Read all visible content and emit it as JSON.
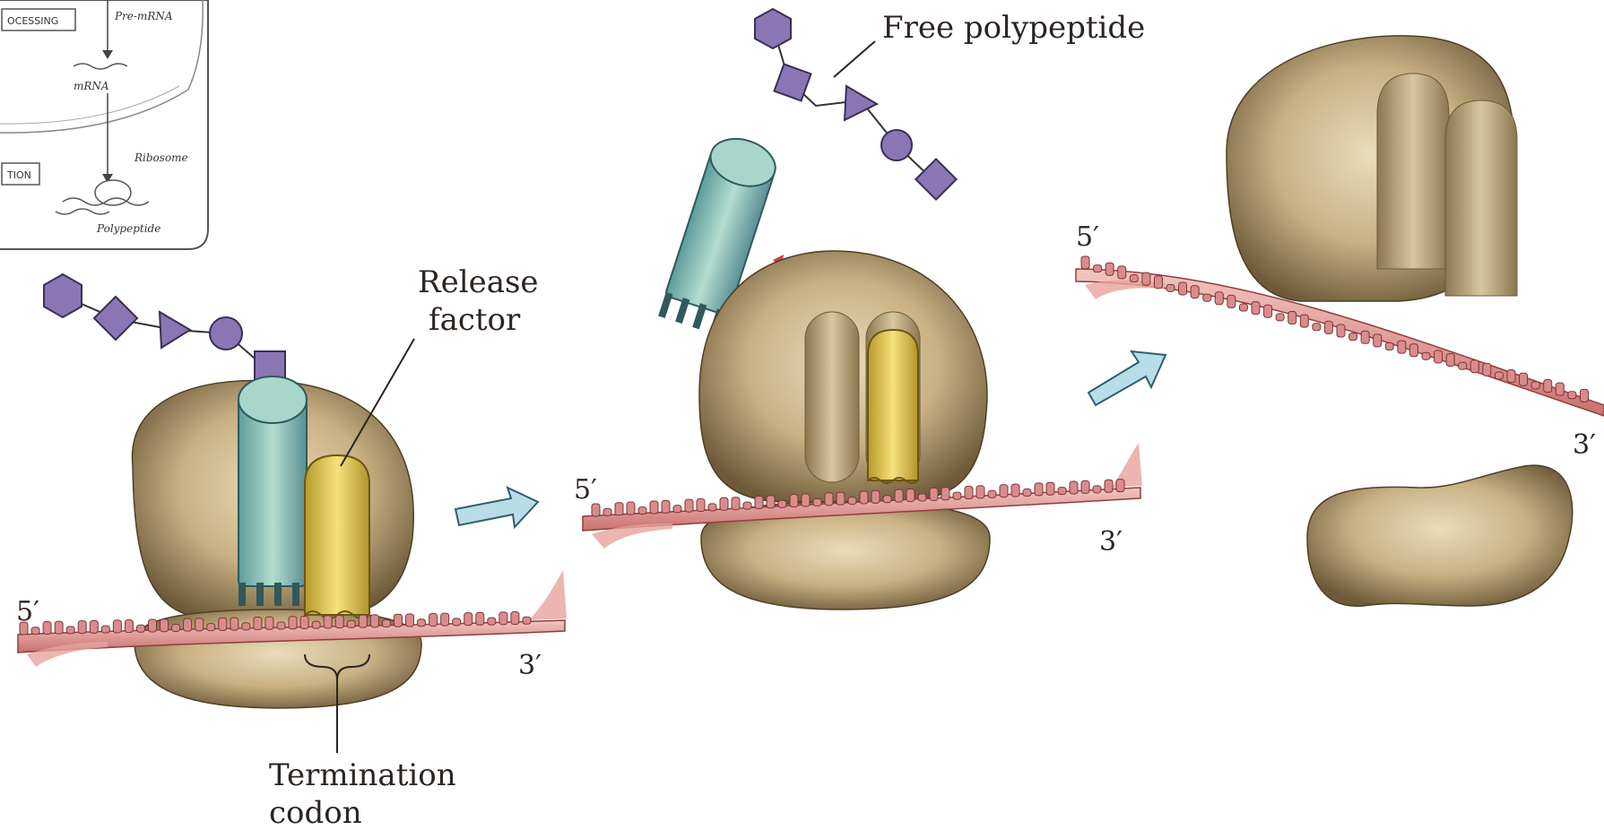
{
  "inset": {
    "process_box_1": "OCESSING",
    "process_box_2": "TION",
    "pre_mrna": "Pre-mRNA",
    "mrna": "mRNA",
    "ribosome": "Ribosome",
    "polypeptide": "Polypeptide"
  },
  "panel1": {
    "release_factor_line1": "Release",
    "release_factor_line2": "factor",
    "termination_line1": "Termination",
    "termination_line2": "codon",
    "five_prime": "5′",
    "three_prime": "3′"
  },
  "panel2": {
    "free_polypeptide": "Free polypeptide",
    "five_prime": "5′",
    "three_prime": "3′"
  },
  "panel3": {
    "five_prime": "5′",
    "three_prime": "3′"
  },
  "colors": {
    "ribosome": "#b59b66",
    "trna": "#8fc6b2",
    "release_factor": "#e8c94a",
    "mrna": "#d98c8c",
    "amino_acid": "#8a76b5",
    "arrow": "#b9dde8"
  }
}
